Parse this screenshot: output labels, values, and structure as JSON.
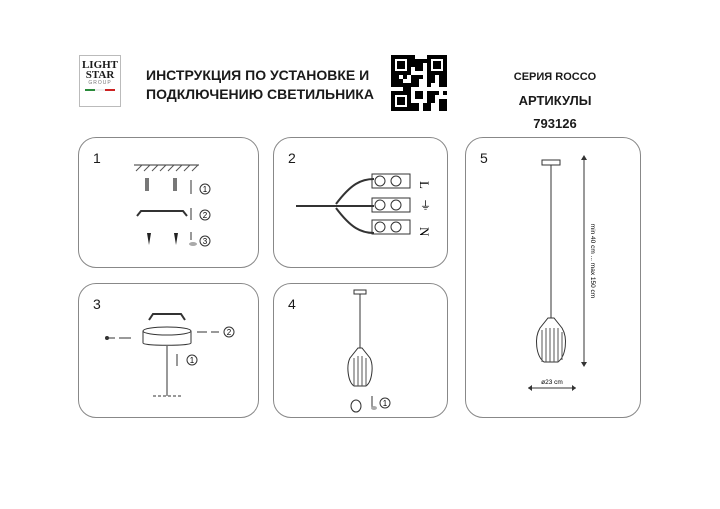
{
  "logo": {
    "line1": "LIGHT",
    "line2": "STAR",
    "line3": "GROUP"
  },
  "header": {
    "title_line1": "ИНСТРУКЦИЯ ПО УСТАНОВКЕ И",
    "title_line2": "ПОДКЛЮЧЕНИЮ СВЕТИЛЬНИКА",
    "series": "СЕРИЯ ROCCO",
    "articles": "АРТИКУЛЫ 793126"
  },
  "panels": [
    {
      "number": "1",
      "steps": [
        "1",
        "2",
        "3"
      ]
    },
    {
      "number": "2",
      "terminals": [
        "L",
        "⏚",
        "N"
      ]
    },
    {
      "number": "3",
      "steps": [
        "1",
        "2"
      ]
    },
    {
      "number": "4",
      "steps": [
        "1"
      ]
    },
    {
      "number": "5",
      "height_label": "min 40 cm ... max 150 cm",
      "diameter_label": "ø23 cm"
    }
  ]
}
